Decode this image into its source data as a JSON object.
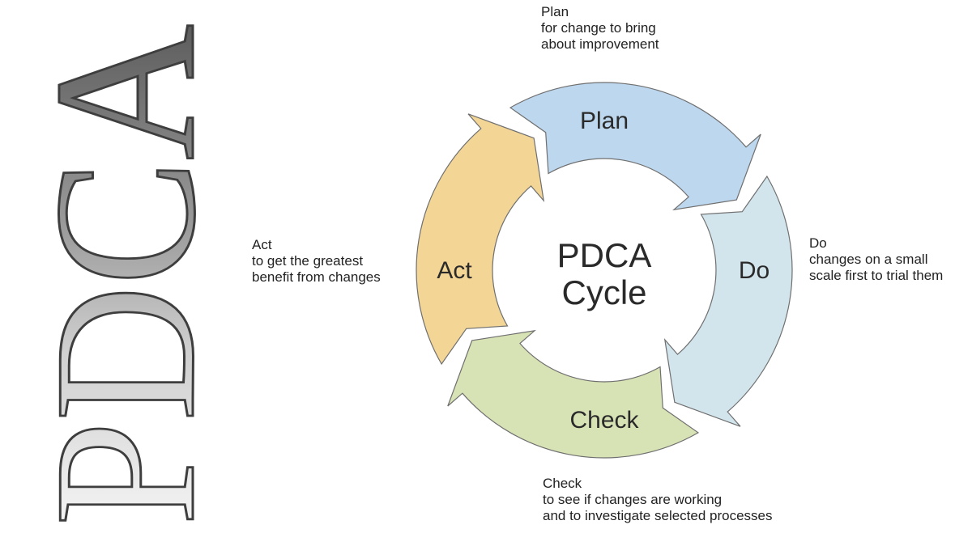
{
  "vertical_title": "PDCA",
  "center_title": [
    "PDCA",
    "Cycle"
  ],
  "segments": [
    {
      "id": "plan",
      "label": "Plan",
      "color": "#bdd7ee"
    },
    {
      "id": "do",
      "label": "Do",
      "color": "#d3e5ec"
    },
    {
      "id": "check",
      "label": "Check",
      "color": "#d8e3b5"
    },
    {
      "id": "act",
      "label": "Act",
      "color": "#f3d696"
    }
  ],
  "notes": {
    "plan": {
      "heading": "Plan",
      "line1": "for change to bring",
      "line2": "about improvement"
    },
    "do": {
      "heading": "Do",
      "line1": "changes on a small",
      "line2": "scale first to trial them"
    },
    "check": {
      "heading": "Check",
      "line1": "to see if changes are working",
      "line2": "and to investigate selected processes"
    },
    "act": {
      "heading": "Act",
      "line1": "to get the greatest",
      "line2": "benefit from changes"
    }
  },
  "colors": {
    "outline": "#6f6f6f",
    "text": "#222222",
    "metal_light": "#e8e8e8",
    "metal_dark": "#5a5a5a"
  }
}
